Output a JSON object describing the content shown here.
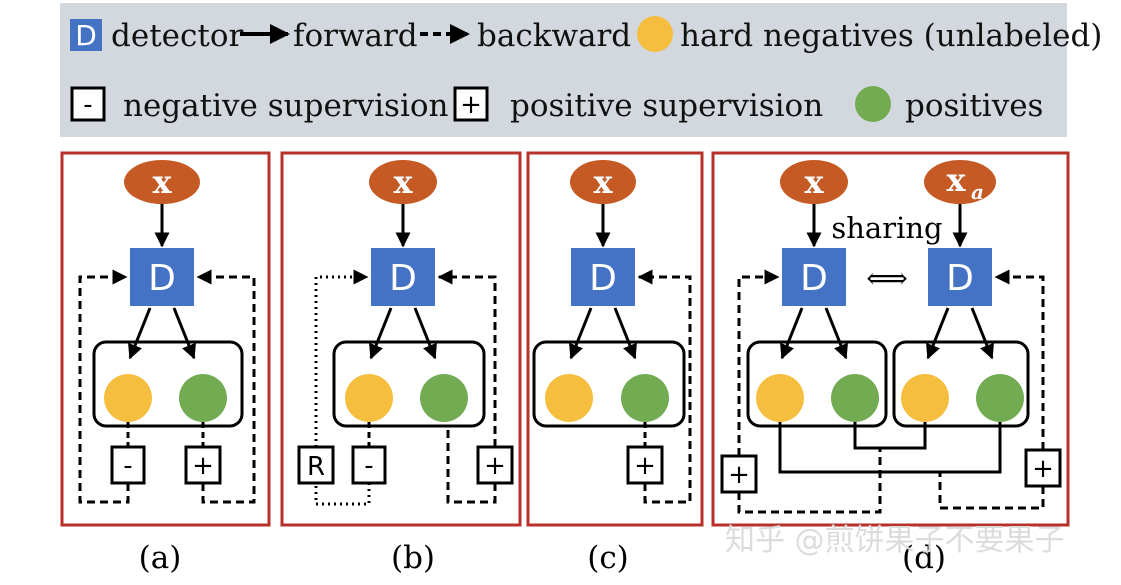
{
  "colors": {
    "legend_bg": "#d3d8de",
    "detector": "#4472c4",
    "input_node": "#c55a24",
    "hard_negative": "#f5be3f",
    "positive": "#72ab52",
    "panel_border": "#b8302a"
  },
  "legend": {
    "detector_symbol": "D",
    "detector": "detector",
    "forward": "forward",
    "backward": "backward",
    "hard_negatives": "hard negatives (unlabeled)",
    "negative_symbol": "-",
    "negative_supervision": "negative supervision",
    "positive_symbol": "+",
    "positive_supervision": "positive supervision",
    "positives": "positives"
  },
  "diagram": {
    "detector_label": "D",
    "input_label": "x",
    "aug_input_base": "x",
    "aug_input_subscript": "a",
    "regularizer_label": "R",
    "minus_label": "-",
    "plus_label": "+",
    "sharing_label": "sharing",
    "sharing_arrow": "⟺"
  },
  "panels": [
    {
      "label": "(a)"
    },
    {
      "label": "(b)"
    },
    {
      "label": "(c)"
    },
    {
      "label": "(d)"
    }
  ],
  "watermark": "知乎 @煎饼果子不要果子"
}
